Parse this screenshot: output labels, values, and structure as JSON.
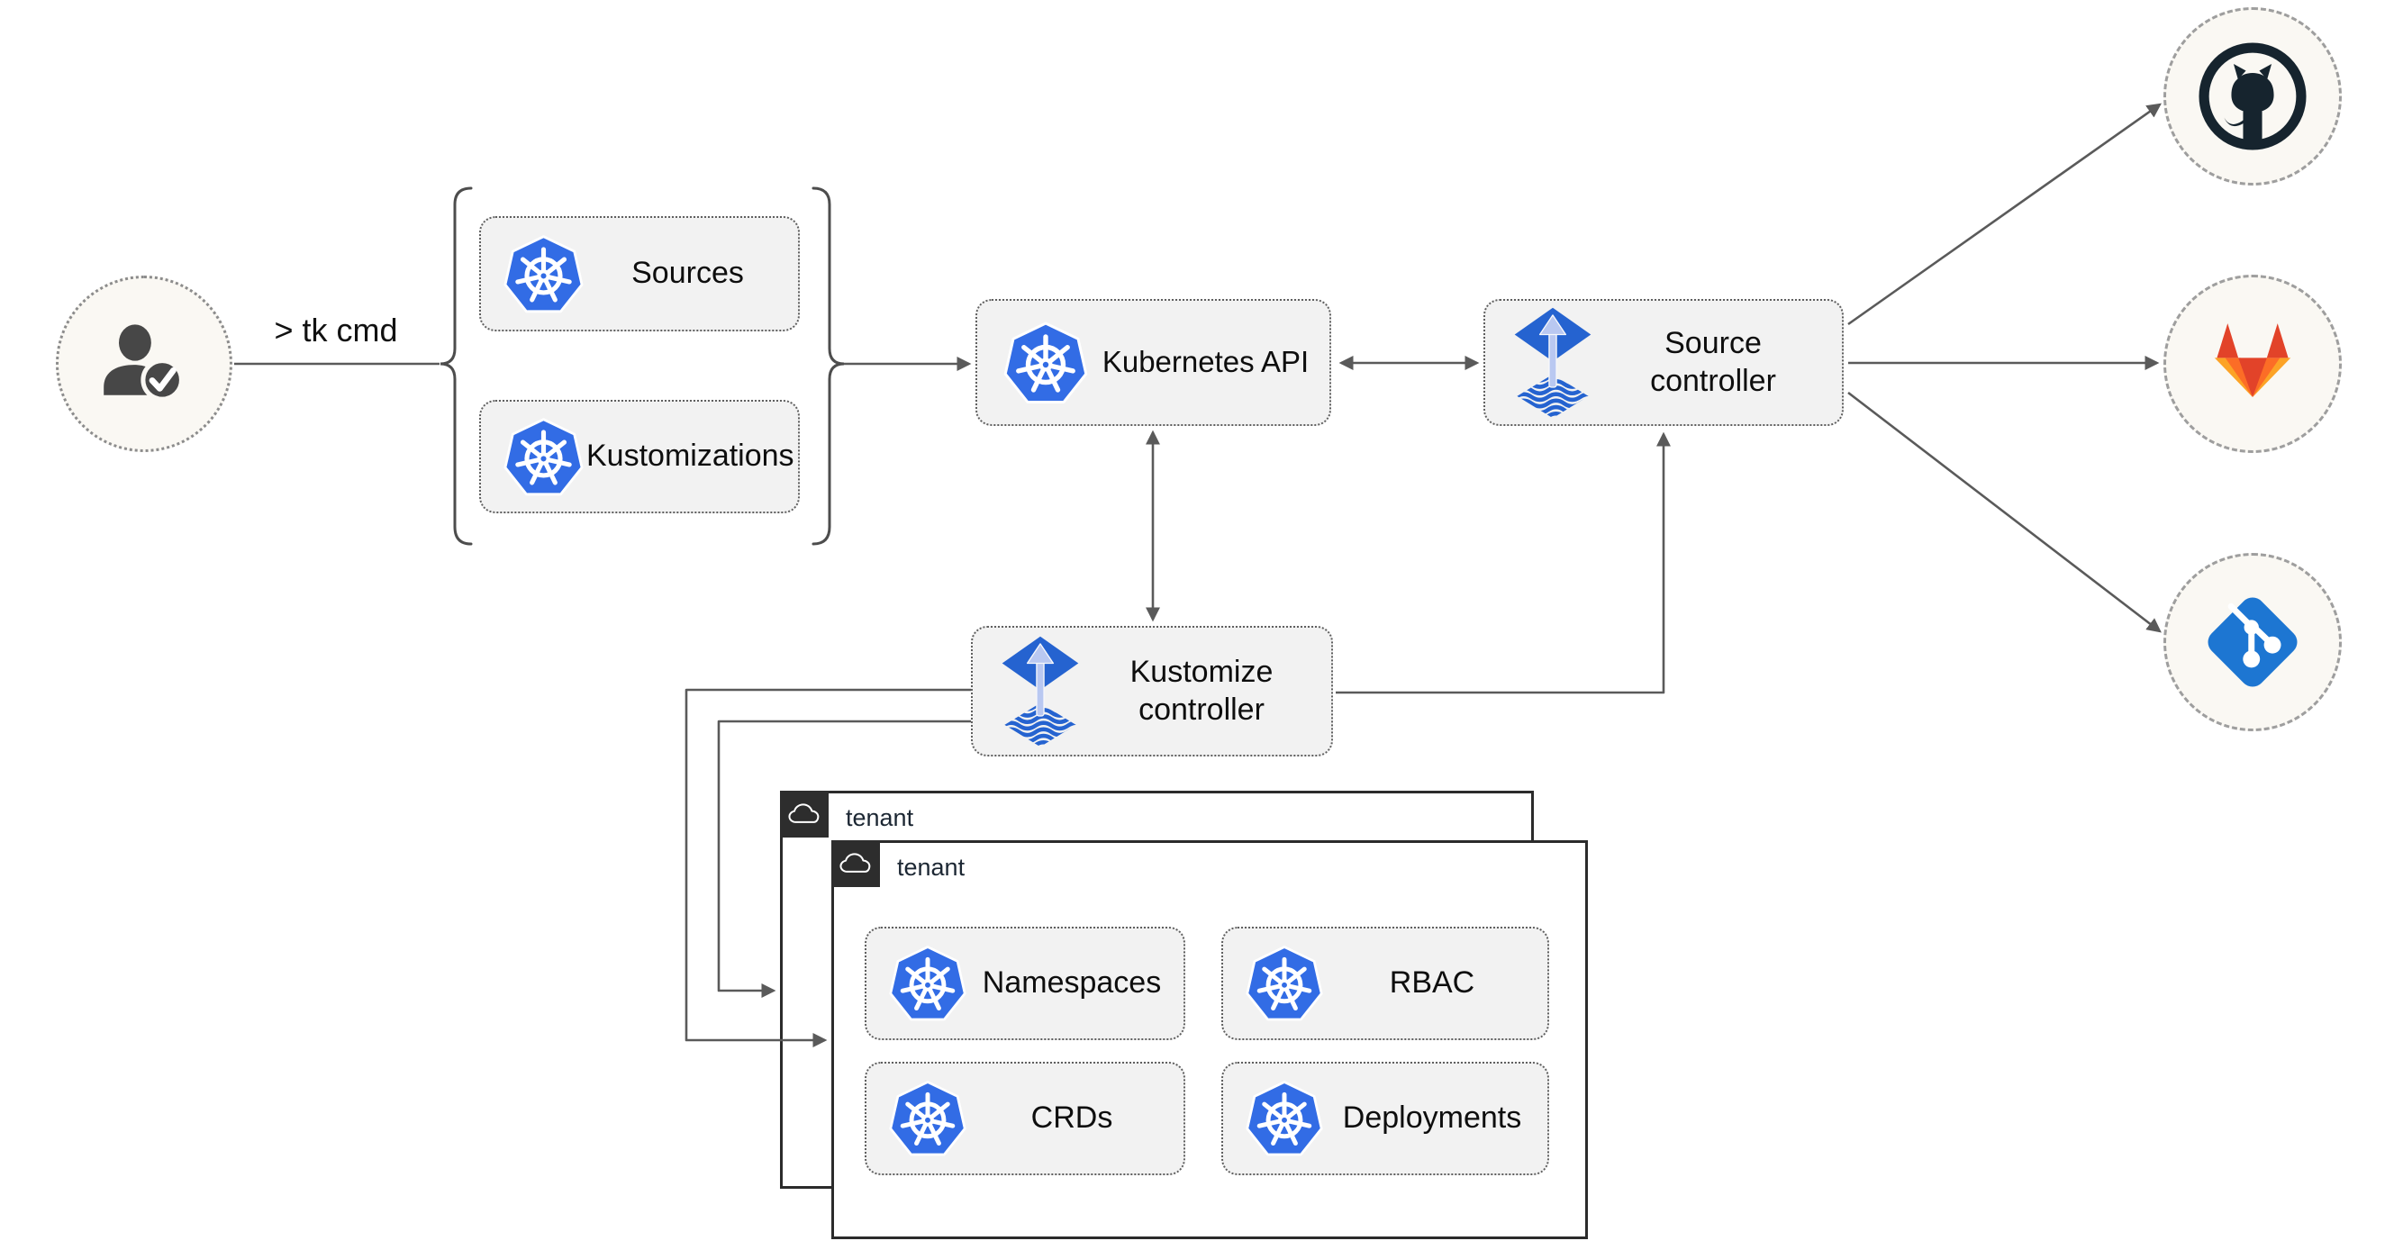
{
  "colors": {
    "kubernetes_blue": "#326ce5",
    "flux_blue": "#2563d0",
    "flux_arrow_light": "#b9c8f1",
    "git_blue": "#1d76d2",
    "github_dark": "#16242e",
    "gitlab_red": "#e24329",
    "gitlab_orange": "#fc6d26",
    "gitlab_light_orange": "#fca326",
    "node_fill": "#f2f2f2",
    "connector_gray": "#5a5a5a",
    "tenant_badge_dark": "#2d2d2d"
  },
  "actor": {
    "command_label": "> tk cmd"
  },
  "cli_resources": [
    {
      "label": "Sources",
      "icon": "kubernetes-icon"
    },
    {
      "label": "Kustomizations",
      "icon": "kubernetes-icon"
    }
  ],
  "nodes": {
    "kubernetes_api": {
      "label": "Kubernetes API",
      "icon": "kubernetes-icon"
    },
    "source_controller": {
      "label": "Source controller",
      "icon": "flux-icon"
    },
    "kustomize_controller": {
      "label": "Kustomize controller",
      "icon": "flux-icon"
    }
  },
  "tenants": [
    {
      "label": "tenant",
      "icon": "cloud-icon"
    },
    {
      "label": "tenant",
      "icon": "cloud-icon"
    }
  ],
  "tenant_resources": [
    {
      "label": "Namespaces",
      "icon": "kubernetes-icon"
    },
    {
      "label": "RBAC",
      "icon": "kubernetes-icon"
    },
    {
      "label": "CRDs",
      "icon": "kubernetes-icon"
    },
    {
      "label": "Deployments",
      "icon": "kubernetes-icon"
    }
  ],
  "git_providers": [
    {
      "icon": "github-icon"
    },
    {
      "icon": "gitlab-icon"
    },
    {
      "icon": "git-icon"
    }
  ]
}
